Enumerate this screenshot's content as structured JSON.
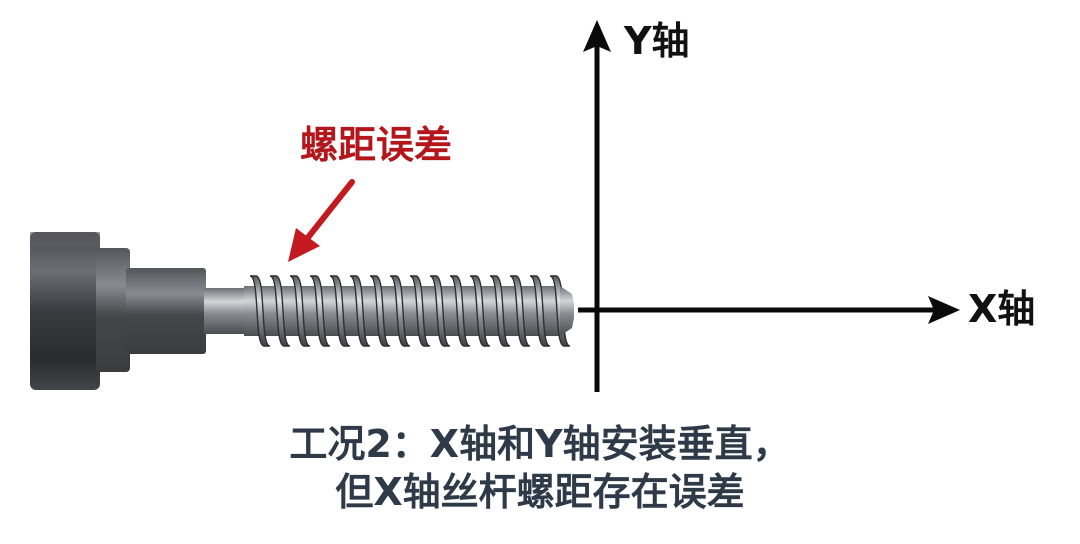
{
  "labels": {
    "y_axis": "Y轴",
    "x_axis": "X轴",
    "pitch_error": "螺距误差"
  },
  "caption": {
    "line1": "工况2：X轴和Y轴安装垂直，",
    "line2": "但X轴丝杆螺距存在误差"
  },
  "colors": {
    "axis": "#0a0a0a",
    "error_label": "#b3161b",
    "error_arrow": "#c21a1e",
    "caption": "#2f3a48",
    "screw_dark": "#2e2f33",
    "screw_light": "#c8c9cd"
  }
}
